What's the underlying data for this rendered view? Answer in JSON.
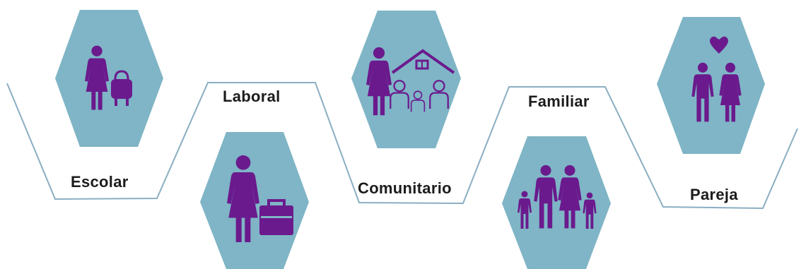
{
  "labels": {
    "escolar": "Escolar",
    "laboral": "Laboral",
    "comunitario": "Comunitario",
    "familiar": "Familiar",
    "pareja": "Pareja"
  },
  "colors": {
    "hexagon_fill": "#7fb5c6",
    "icon_fill": "#6b1a8d",
    "line": "#8aaec2"
  },
  "icons": {
    "escolar": "woman-with-child-backpack-icon",
    "laboral": "woman-with-briefcase-icon",
    "comunitario": "community-house-family-icon",
    "familiar": "family-four-people-icon",
    "pareja": "couple-with-heart-icon"
  }
}
